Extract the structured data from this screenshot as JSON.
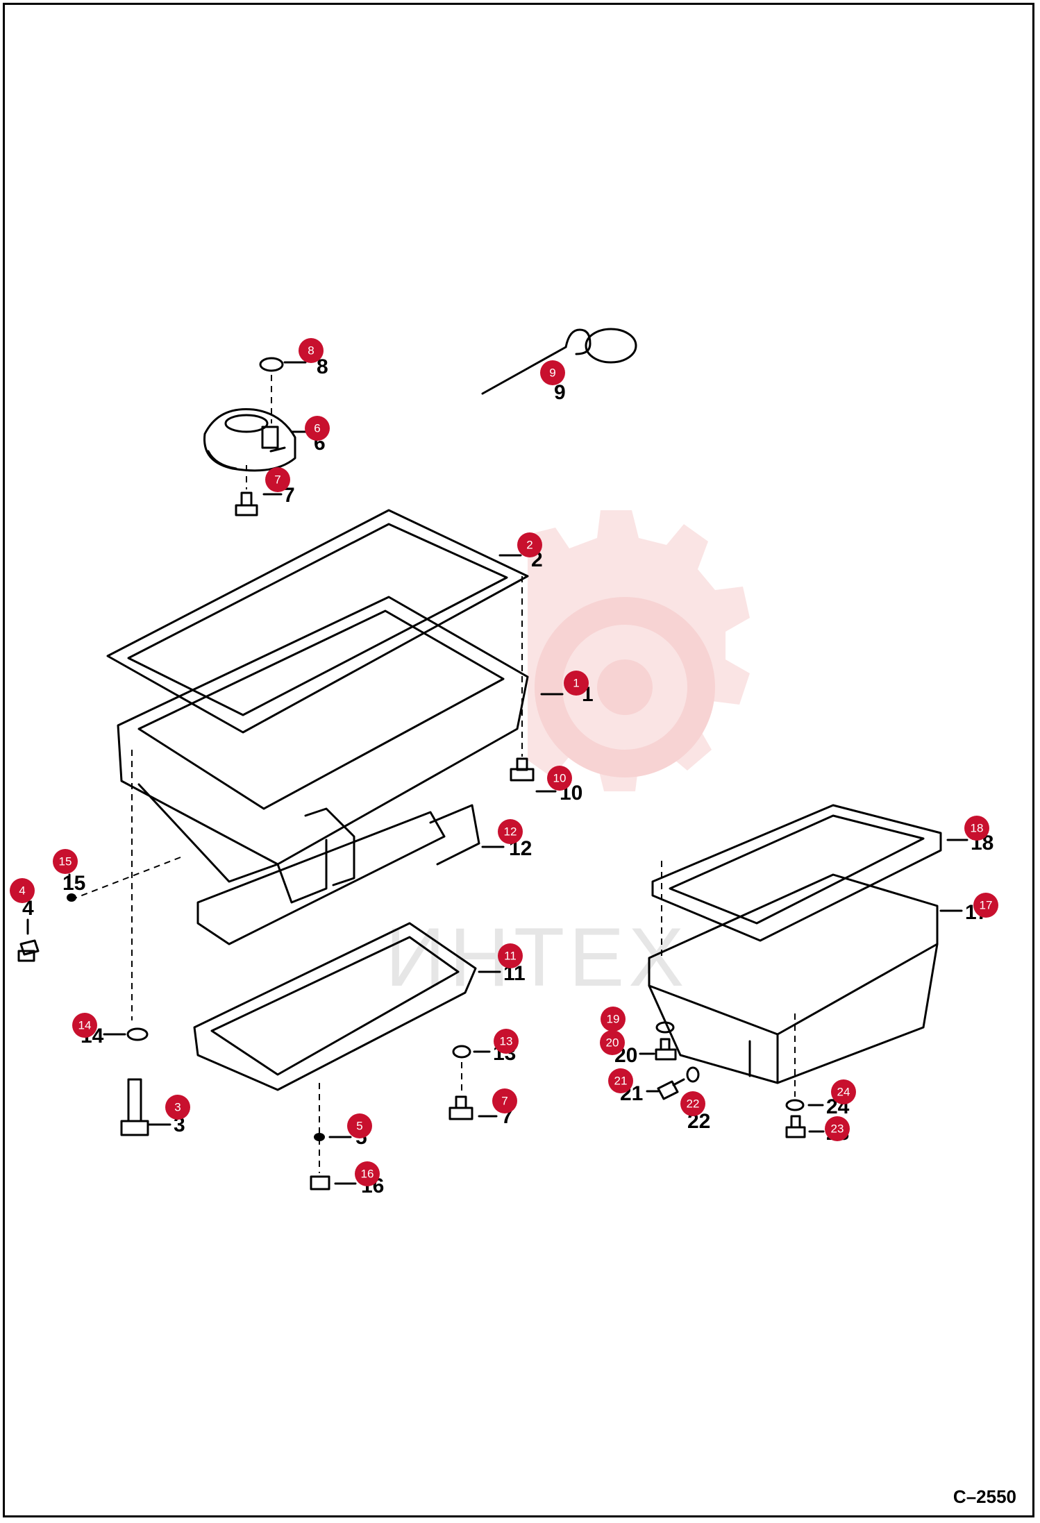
{
  "drawing_code": "C–2550",
  "watermark": {
    "text": "ИНТЕХ",
    "color": "#f3c6c6"
  },
  "accent_color": "#c8102e",
  "callouts": [
    "1",
    "2",
    "3",
    "4",
    "5",
    "6",
    "7",
    "7",
    "7",
    "8",
    "9",
    "10",
    "11",
    "12",
    "13",
    "14",
    "15",
    "16",
    "17",
    "18",
    "19",
    "20",
    "21",
    "22",
    "23",
    "24"
  ],
  "printed_labels": [
    "1",
    "2",
    "3",
    "4",
    "5",
    "6",
    "7",
    "7",
    "7",
    "8",
    "9",
    "10",
    "11",
    "12",
    "13",
    "14",
    "15",
    "16",
    "17",
    "18",
    "20",
    "21",
    "22",
    "23",
    "24"
  ]
}
